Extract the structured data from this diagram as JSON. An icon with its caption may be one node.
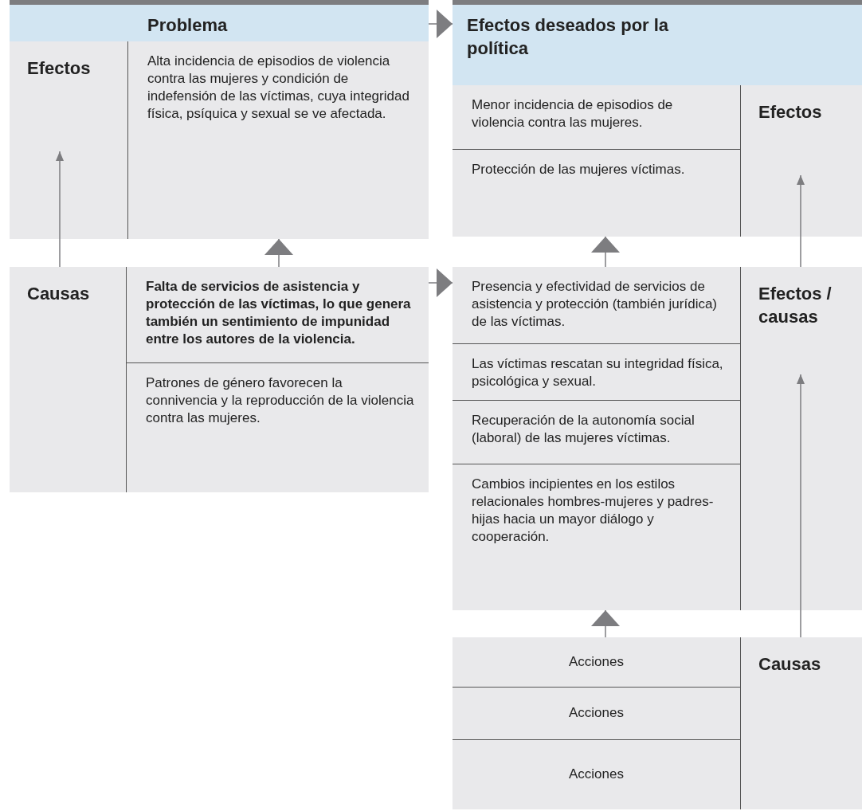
{
  "diagram": {
    "nodes": [
      {
        "text": [
          "Problema"
        ]
      },
      {
        "text": [
          "Efectos"
        ]
      },
      {
        "text": [
          "Alta incidencia de episodios de violencia contra las mujeres y condición de indefensión de las víctimas, cuya integridad física, psíquica y sexual se ve afectada."
        ]
      },
      {
        "text": [
          "Causas"
        ]
      },
      {
        "text": [
          "Falta de servicios de asistencia y protección de las víctimas, lo que genera también un sentimiento de impunidad entre los autores de la violencia."
        ]
      },
      {
        "text": [
          "Patrones de género favorecen la connivencia y la reproducción de la violencia contra las mujeres."
        ]
      },
      {
        "text": [
          "Efectos deseados por la política"
        ]
      },
      {
        "text": [
          "Menor incidencia de episodios de violencia contra las mujeres."
        ]
      },
      {
        "text": [
          "Protección de las mujeres víctimas."
        ]
      },
      {
        "text": [
          "Efectos"
        ]
      },
      {
        "text": [
          "Presencia y efectividad de servicios de asistencia y protección (también jurídica) de las víctimas."
        ]
      },
      {
        "text": [
          "Las víctimas rescatan su integridad física, psicológica y sexual."
        ]
      },
      {
        "text": [
          "Recuperación de la autonomía social (laboral) de las mujeres víctimas."
        ]
      },
      {
        "text": [
          "Cambios incipientes en los estilos relacionales hombres-mujeres y padres-hijas hacia un mayor diálogo y cooperación."
        ]
      },
      {
        "text": [
          "Efectos / causas"
        ]
      },
      {
        "text": [
          "Acciones"
        ]
      },
      {
        "text": [
          "Acciones"
        ]
      },
      {
        "text": [
          "Acciones"
        ]
      },
      {
        "text": [
          "Causas"
        ]
      }
    ],
    "edges": [
      {
        "from": 3,
        "to": 1,
        "arrow": "to"
      },
      {
        "from": 4,
        "to": 2,
        "arrow": "to"
      },
      {
        "from": 0,
        "to": 6,
        "arrow": "to"
      },
      {
        "from": 4,
        "to": 10,
        "arrow": "to"
      },
      {
        "from": 10,
        "to": 8,
        "arrow": "to"
      },
      {
        "from": 15,
        "to": 13,
        "arrow": "to"
      },
      {
        "from": 14,
        "to": 9,
        "arrow": "to"
      },
      {
        "from": 18,
        "to": 14,
        "arrow": "to"
      }
    ]
  }
}
